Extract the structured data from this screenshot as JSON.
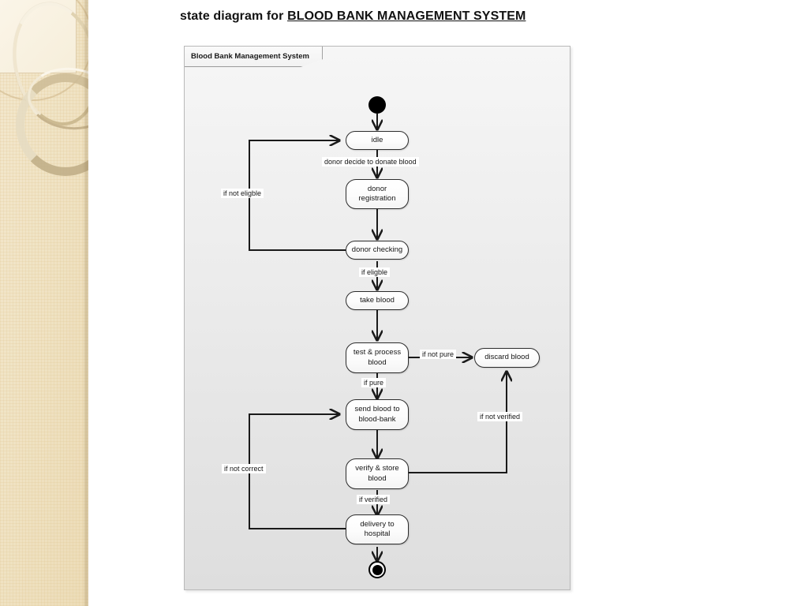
{
  "slide": {
    "title_prefix": "state diagram for ",
    "title_main": "BLOOD BANK MANAGEMENT SYSTEM",
    "decor_colors": {
      "band_base": "#f0e3c4",
      "band_light": "#fbf5e8",
      "ring_gold": "#cdbc96",
      "ring_highlight": "#fbf6ea"
    }
  },
  "diagram": {
    "frame_label": "Blood Bank Management System",
    "background_top": "#f6f6f6",
    "background_bottom": "#dedede",
    "stroke_color": "#2b2b2b",
    "nodes": [
      {
        "id": "initial",
        "type": "initial-state",
        "label": ""
      },
      {
        "id": "idle",
        "type": "state",
        "label": "idle"
      },
      {
        "id": "registration",
        "type": "state",
        "label": "donor\nregistration",
        "line1": "donor",
        "line2": "registration"
      },
      {
        "id": "checking",
        "type": "state",
        "label": "donor checking"
      },
      {
        "id": "take",
        "type": "state",
        "label": "take blood"
      },
      {
        "id": "test",
        "type": "state",
        "label": "test & process\nblood",
        "line1": "test & process",
        "line2": "blood"
      },
      {
        "id": "discard",
        "type": "state",
        "label": "discard blood"
      },
      {
        "id": "send",
        "type": "state",
        "label": "send blood to\nblood-bank",
        "line1": "send blood to",
        "line2": "blood-bank"
      },
      {
        "id": "verify",
        "type": "state",
        "label": "verify & store\nblood",
        "line1": "verify & store",
        "line2": "blood"
      },
      {
        "id": "delivery",
        "type": "state",
        "label": "delivery to\nhospital",
        "line1": "delivery to",
        "line2": "hospital"
      },
      {
        "id": "final",
        "type": "final-state",
        "label": ""
      }
    ],
    "transitions": [
      {
        "from": "initial",
        "to": "idle",
        "label": ""
      },
      {
        "from": "idle",
        "to": "registration",
        "label": "donor decide to donate blood"
      },
      {
        "from": "registration",
        "to": "checking",
        "label": ""
      },
      {
        "from": "checking",
        "to": "idle",
        "label": "if not eligble"
      },
      {
        "from": "checking",
        "to": "take",
        "label": "if eligble"
      },
      {
        "from": "take",
        "to": "test",
        "label": ""
      },
      {
        "from": "test",
        "to": "discard",
        "label": "if not pure"
      },
      {
        "from": "test",
        "to": "send",
        "label": "if pure"
      },
      {
        "from": "send",
        "to": "verify",
        "label": ""
      },
      {
        "from": "verify",
        "to": "discard",
        "label": "if not verified"
      },
      {
        "from": "verify",
        "to": "delivery",
        "label": "if verified"
      },
      {
        "from": "delivery",
        "to": "send",
        "label": "if not correct"
      },
      {
        "from": "delivery",
        "to": "final",
        "label": ""
      }
    ]
  }
}
